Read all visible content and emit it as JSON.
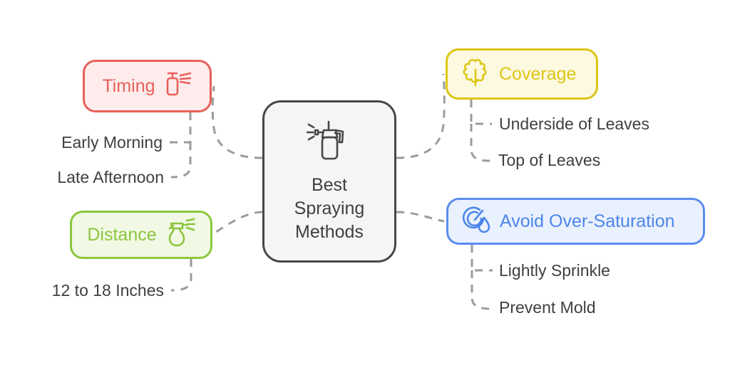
{
  "diagram": {
    "type": "mind-map",
    "title": "Best Spraying Methods",
    "background_color": "#ffffff",
    "center": {
      "label": "Best\nSpraying\nMethods",
      "icon": "pump-sprayer-icon",
      "border_color": "#474747",
      "fill_color": "#f5f5f5",
      "text_color": "#3f3f3f"
    },
    "branches": [
      {
        "id": "timing",
        "label": "Timing",
        "icon": "spray-bottle-icon",
        "icon_position": "after",
        "accent_color": "#e8605a",
        "fill_color": "#fdeceb",
        "side": "left",
        "children": [
          "Early Morning",
          "Late Afternoon"
        ]
      },
      {
        "id": "distance",
        "label": "Distance",
        "icon": "trigger-sprayer-icon",
        "icon_position": "after",
        "accent_color": "#8cc63e",
        "fill_color": "#f1f8e3",
        "side": "left",
        "children": [
          "12 to 18 Inches"
        ]
      },
      {
        "id": "coverage",
        "label": "Coverage",
        "icon": "leaf-clover-icon",
        "icon_position": "before",
        "accent_color": "#ddc616",
        "fill_color": "#fdf9e0",
        "side": "right",
        "children": [
          "Underside of Leaves",
          "Top of Leaves"
        ]
      },
      {
        "id": "avoid-over-saturation",
        "label": "Avoid Over-Saturation",
        "icon": "humidity-gauge-icon",
        "icon_position": "before",
        "accent_color": "#4c86ea",
        "fill_color": "#eaf1fe",
        "side": "right",
        "children": [
          "Lightly Sprinkle",
          "Prevent Mold"
        ]
      }
    ],
    "leaves": {
      "early_morning": "Early Morning",
      "late_afternoon": "Late Afternoon",
      "inches": "12 to 18 Inches",
      "underside_of_leaves": "Underside of Leaves",
      "top_of_leaves": "Top of Leaves",
      "lightly_sprinkle": "Lightly Sprinkle",
      "prevent_mold": "Prevent Mold"
    },
    "connector": {
      "style": "dashed",
      "color": "#9b9b9b",
      "width": 3
    }
  }
}
